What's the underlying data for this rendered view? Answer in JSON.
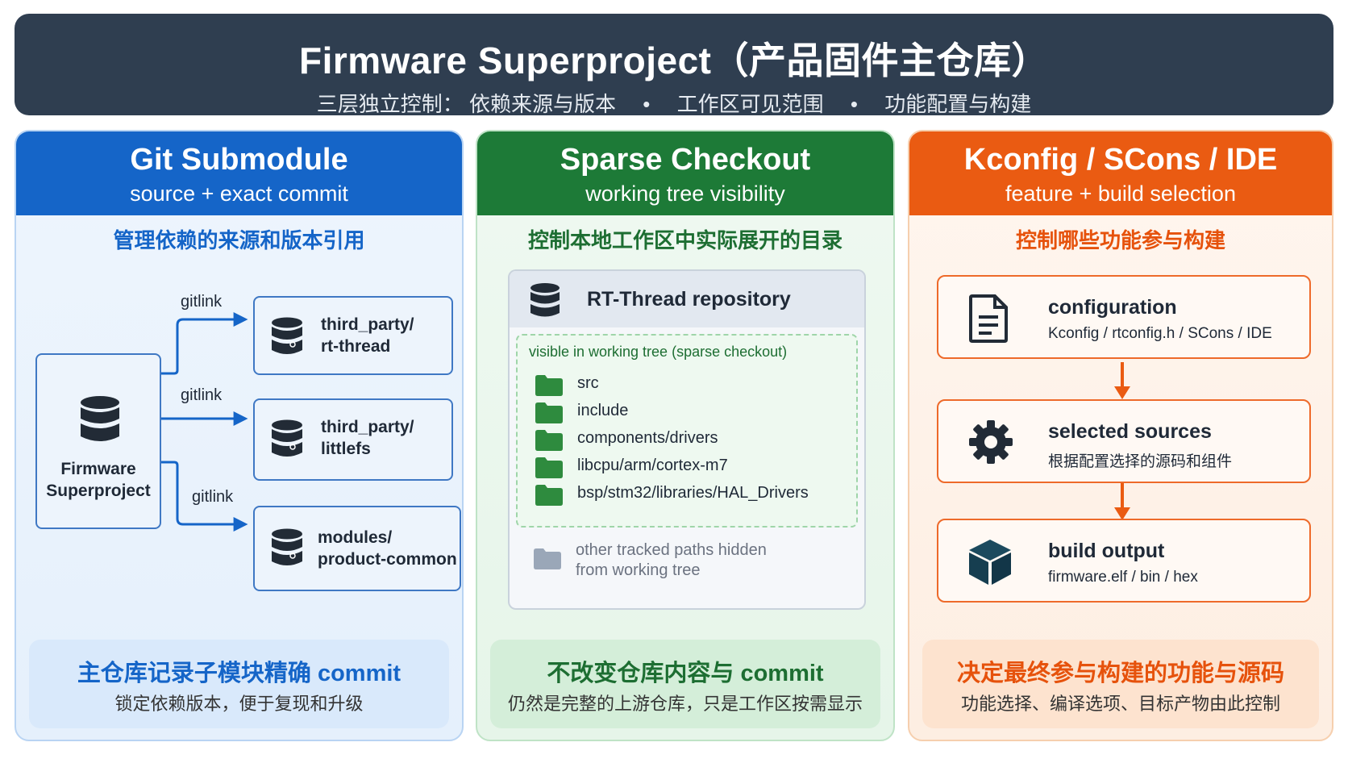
{
  "header": {
    "title": "Firmware Superproject（产品固件主仓库）",
    "subtitle_lead": "三层独立控制：",
    "subtitle_items": [
      "依赖来源与版本",
      "工作区可见范围",
      "功能配置与构建"
    ],
    "separator": "•"
  },
  "panels": {
    "submodule": {
      "title": "Git Submodule",
      "subtitle": "source + exact commit",
      "tagline": "管理依赖的来源和版本引用",
      "superproject_label_line1": "Firmware",
      "superproject_label_line2": "Superproject",
      "link_label": "gitlink",
      "submodules": [
        {
          "line1": "third_party/",
          "line2": "rt-thread"
        },
        {
          "line1": "third_party/",
          "line2": "littlefs"
        },
        {
          "line1": "modules/",
          "line2": "product-common"
        }
      ],
      "footer_title": "主仓库记录子模块精确 commit",
      "footer_text": "锁定依赖版本，便于复现和升级"
    },
    "sparse": {
      "title": "Sparse Checkout",
      "subtitle": "working tree visibility",
      "tagline": "控制本地工作区中实际展开的目录",
      "repo_title": "RT-Thread repository",
      "visible_caption": "visible in working tree (sparse checkout)",
      "visible_paths": [
        "src",
        "include",
        "components/drivers",
        "libcpu/arm/cortex-m7",
        "bsp/stm32/libraries/HAL_Drivers"
      ],
      "hidden_line1": "other tracked paths hidden",
      "hidden_line2": "from working tree",
      "footer_title": "不改变仓库内容与 commit",
      "footer_text": "仍然是完整的上游仓库，只是工作区按需显示"
    },
    "kconfig": {
      "title": "Kconfig / SCons / IDE",
      "subtitle": "feature + build selection",
      "tagline": "控制哪些功能参与构建",
      "steps": [
        {
          "title": "configuration",
          "text": "Kconfig / rtconfig.h / SCons / IDE",
          "icon": "document-icon"
        },
        {
          "title": "selected sources",
          "text": "根据配置选择的源码和组件",
          "icon": "gear-icon"
        },
        {
          "title": "build output",
          "text": "firmware.elf / bin / hex",
          "icon": "cube-icon"
        }
      ],
      "footer_title": "决定最终参与构建的功能与源码",
      "footer_text": "功能选择、编译选项、目标产物由此控制"
    }
  },
  "colors": {
    "header_bg": "#2f3e50",
    "submodule_accent": "#1565c8",
    "sparse_accent": "#1d7a37",
    "kconfig_accent": "#ea5b12",
    "folder_green": "#2e8b3e",
    "folder_gray": "#9aa7b8"
  }
}
